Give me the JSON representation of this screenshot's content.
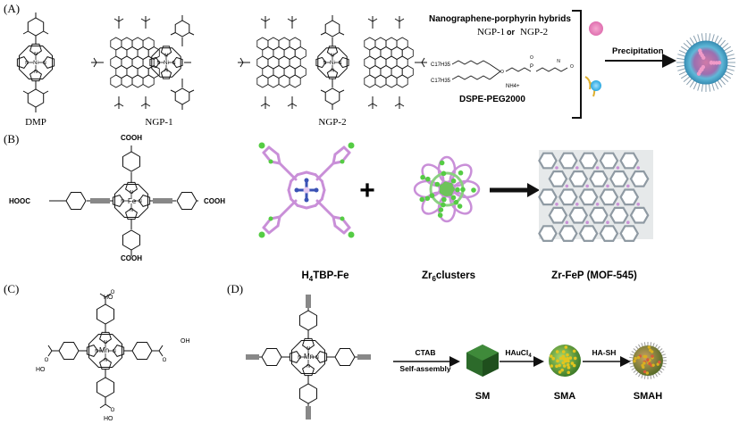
{
  "panels": {
    "A": {
      "letter": "(A)",
      "labels": {
        "dmp": "DMP",
        "ngp1": "NGP-1",
        "ngp2": "NGP-2",
        "metal": "Ni"
      },
      "hybrids_title": "Nanographene-porphyrin hybrids",
      "hybrids_sub_a": "NGP-1",
      "hybrids_sub_or": "or",
      "hybrids_sub_b": "NGP-2",
      "peg_label": "DSPE-PEG2000",
      "chain_top": "C17H35",
      "chain_bottom": "C17H35",
      "ammonium": "NH4+",
      "precipitation": "Precipitation"
    },
    "B": {
      "letter": "(B)",
      "cooh": "COOH",
      "hooc": "HOOC",
      "metal": "Fe",
      "label_1_main": "H",
      "label_1_sub": "4",
      "label_1_rest": "TBP-Fe",
      "label_2_main": "Zr",
      "label_2_sub": "6",
      "label_2_rest": "clusters",
      "label_3": "Zr-FeP (MOF-545)",
      "plus": "+"
    },
    "C": {
      "letter": "(C)",
      "metal": "Mn",
      "ho": "HO",
      "oh": "OH",
      "o": "O"
    },
    "D": {
      "letter": "(D)",
      "metal": "Mn",
      "step1_top": "CTAB",
      "step1_bottom": "Self-assembly",
      "step2_main": "HAuCl",
      "step2_sub": "4",
      "step3": "HA-SH",
      "sm": "SM",
      "sma": "SMA",
      "smah": "SMAH"
    }
  },
  "colors": {
    "line": "#111111",
    "violet": "#c98fd8",
    "blue": "#3a52b5",
    "green": "#55cc44",
    "mofgrey": "#8f9aa3",
    "cube": "#2f6b2c",
    "gold": "#e2c51f",
    "nano_shell": "#5fb8d8",
    "nano_core": "#c05a8a"
  }
}
